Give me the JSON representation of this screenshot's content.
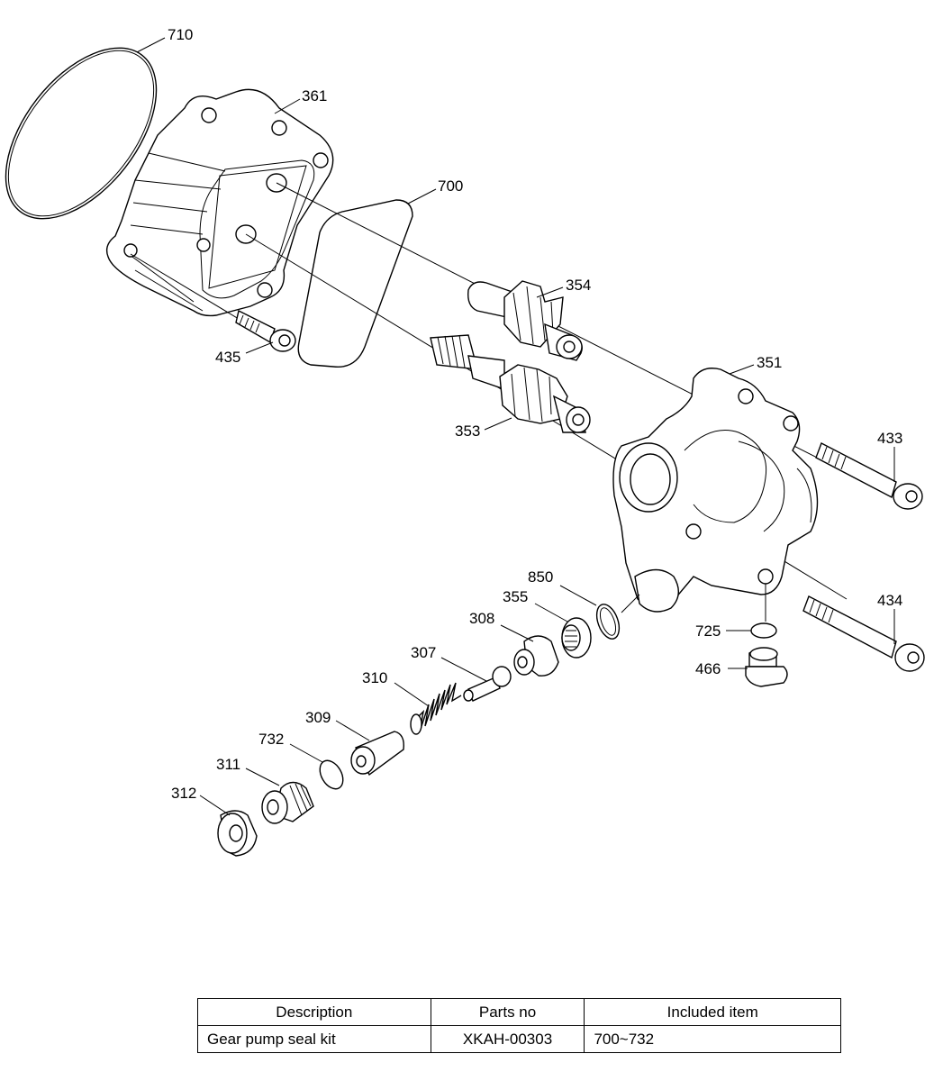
{
  "callouts": {
    "c710": "710",
    "c361": "361",
    "c700": "700",
    "c354": "354",
    "c435": "435",
    "c351": "351",
    "c353": "353",
    "c433": "433",
    "c850": "850",
    "c355": "355",
    "c308": "308",
    "c307": "307",
    "c434": "434",
    "c725": "725",
    "c466": "466",
    "c310": "310",
    "c309": "309",
    "c732": "732",
    "c311": "311",
    "c312": "312"
  },
  "table": {
    "headers": [
      "Description",
      "Parts no",
      "Included item"
    ],
    "rows": [
      [
        "Gear pump seal kit",
        "XKAH-00303",
        "700~732"
      ]
    ]
  }
}
